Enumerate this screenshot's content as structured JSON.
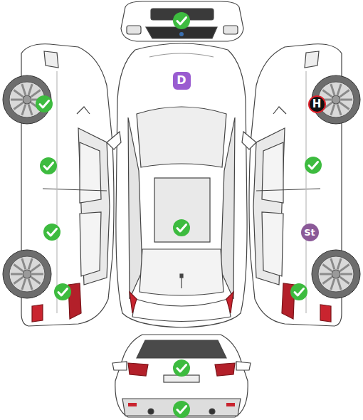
{
  "diagram": {
    "nodes": [
      {
        "text": [
          "D"
        ]
      },
      {
        "text": [
          "H"
        ]
      },
      {
        "text": [
          "St"
        ]
      }
    ]
  }
}
